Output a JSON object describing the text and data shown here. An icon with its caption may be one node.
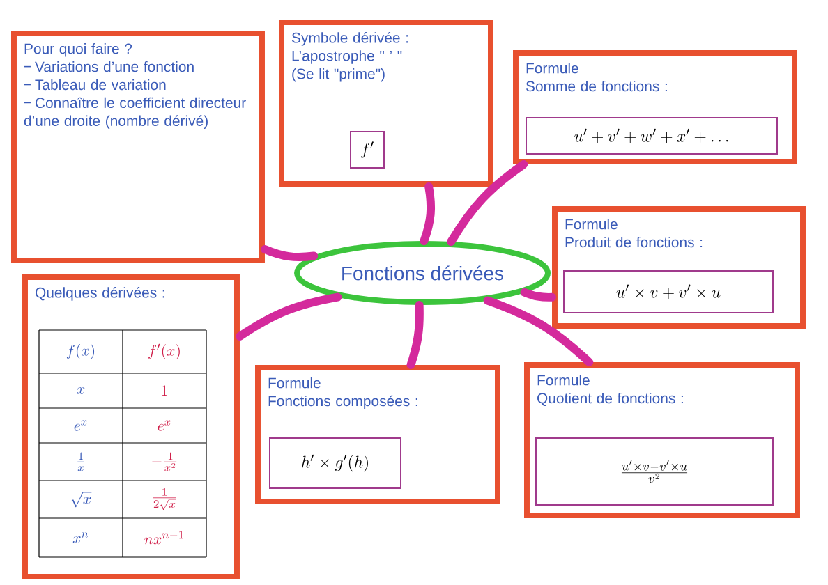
{
  "diagram": {
    "nodes": [
      {
        "text": [
          "Fonctions dérivées"
        ]
      },
      {
        "text": [
          "Pour quoi faire ?",
          "Variations d’une fonction",
          "Tableau de variation",
          "Connaître le coefficient directeur d’une droite (nombre dérivé)"
        ]
      },
      {
        "text": [
          "Symbole dérivée :",
          "L’apostrophe \" ’ \"",
          "(Se lit \"prime\")"
        ]
      },
      {
        "text": [
          "f'"
        ],
        "in": 2
      },
      {
        "text": [
          "Formule",
          "Somme de fonctions :"
        ]
      },
      {
        "text": [
          "u' + v' + w' + x' + \\ldots"
        ],
        "in": 4
      },
      {
        "text": [
          "Formule",
          "Produit de fonctions :"
        ]
      },
      {
        "text": [
          "u' \\times v + v' \\times u"
        ],
        "in": 6
      },
      {
        "text": [
          "Quelques dérivées :"
        ]
      },
      {
        "text": [
          "Formule",
          "Fonctions composées :"
        ]
      },
      {
        "text": [
          "h' \\times g'(h)"
        ],
        "in": 9
      },
      {
        "text": [
          "Formule",
          "Quotient de fonctions :"
        ]
      },
      {
        "text": [
          "\\frac{u' \\times v - v' \\times u}{v^{2}}"
        ],
        "in": 11
      }
    ],
    "edges": [
      {
        "from": 0,
        "to": 1,
        "arrow": "none"
      },
      {
        "from": 0,
        "to": 2,
        "arrow": "none"
      },
      {
        "from": 0,
        "to": 4,
        "arrow": "none"
      },
      {
        "from": 0,
        "to": 6,
        "arrow": "none"
      },
      {
        "from": 0,
        "to": 8,
        "arrow": "none"
      },
      {
        "from": 0,
        "to": 9,
        "arrow": "none"
      },
      {
        "from": 0,
        "to": 11,
        "arrow": "none"
      }
    ],
    "labels": [
      "f(x)",
      "f'(x)",
      "x",
      "1",
      "e^{x}",
      "e^{x}",
      "\\frac{1}{x}",
      "-\\frac{1}{x^{2}}",
      "\\sqrt{x}",
      "\\frac{1}{2\\sqrt{x}}",
      "x^{n}",
      "nx^{n-1}"
    ]
  }
}
